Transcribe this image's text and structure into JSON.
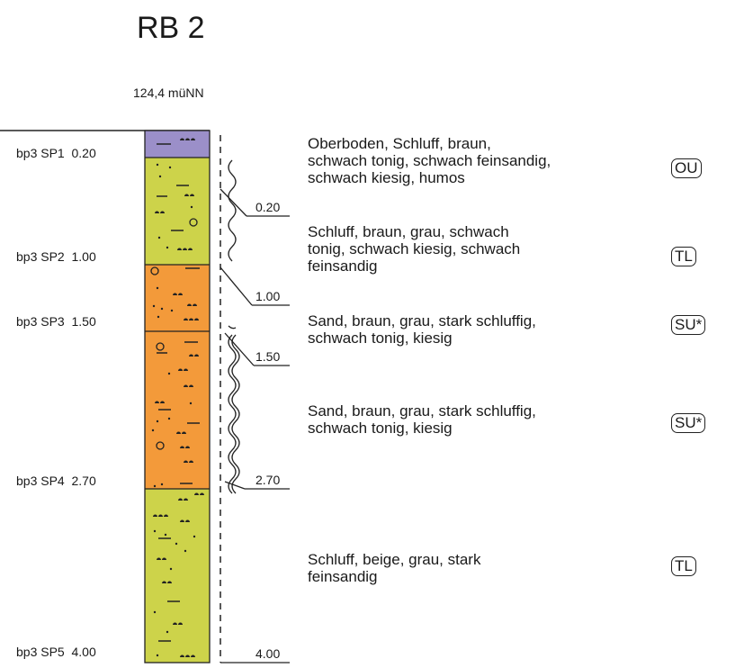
{
  "title": "RB 2",
  "elevation": "124,4 müNN",
  "samples": [
    {
      "name": "bp3 SP1",
      "depth": "0.20"
    },
    {
      "name": "bp3 SP2",
      "depth": "1.00"
    },
    {
      "name": "bp3 SP3",
      "depth": "1.50"
    },
    {
      "name": "bp3 SP4",
      "depth": "2.70"
    },
    {
      "name": "bp3 SP5",
      "depth": "4.00"
    }
  ],
  "depth_labels": [
    "0.20",
    "1.00",
    "1.50",
    "2.70",
    "4.00"
  ],
  "layers": [
    {
      "description": "Oberboden, Schluff, braun,\nschwach tonig, schwach feinsandig,\nschwach kiesig, humos",
      "code": "OU",
      "color": "#9b8fc9"
    },
    {
      "description": "Schluff, braun, grau, schwach\ntonig, schwach kiesig, schwach\nfeinsandig",
      "code": "TL",
      "color": "#cdd34a"
    },
    {
      "description": "Sand, braun, grau, stark schluffig,\nschwach tonig, kiesig",
      "code": "SU*",
      "color": "#f39a3a"
    },
    {
      "description": "Sand, braun, grau, stark schluffig,\nschwach tonig, kiesig",
      "code": "SU*",
      "color": "#f39a3a"
    },
    {
      "description": "Schluff, beige, grau, stark\nfeinsandig",
      "code": "TL",
      "color": "#cdd34a"
    }
  ]
}
